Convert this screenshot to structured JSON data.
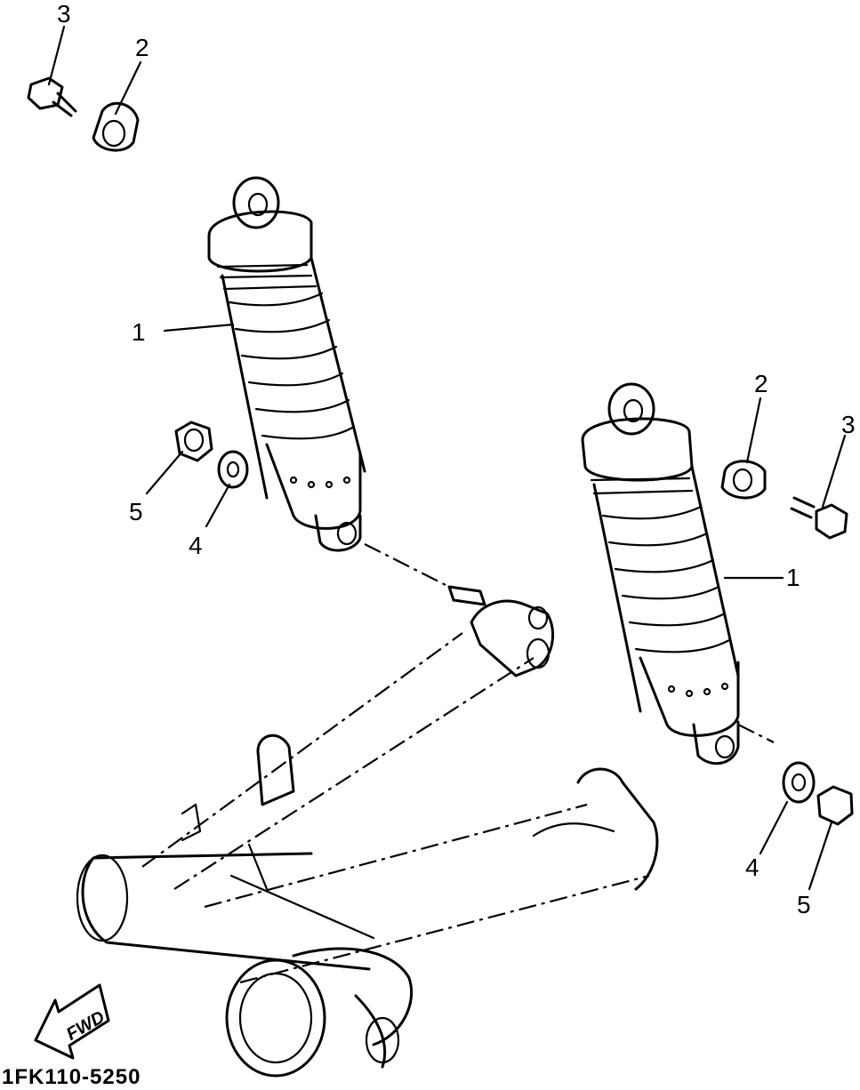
{
  "diagram": {
    "part_code": "1FK110-5250",
    "fwd_label": "FWD",
    "callouts": [
      {
        "id": "c1a",
        "text": "1"
      },
      {
        "id": "c1b",
        "text": "1"
      },
      {
        "id": "c2a",
        "text": "2"
      },
      {
        "id": "c2b",
        "text": "2"
      },
      {
        "id": "c3a",
        "text": "3"
      },
      {
        "id": "c3b",
        "text": "3"
      },
      {
        "id": "c4a",
        "text": "4"
      },
      {
        "id": "c4b",
        "text": "4"
      },
      {
        "id": "c5a",
        "text": "5"
      },
      {
        "id": "c5b",
        "text": "5"
      }
    ]
  }
}
